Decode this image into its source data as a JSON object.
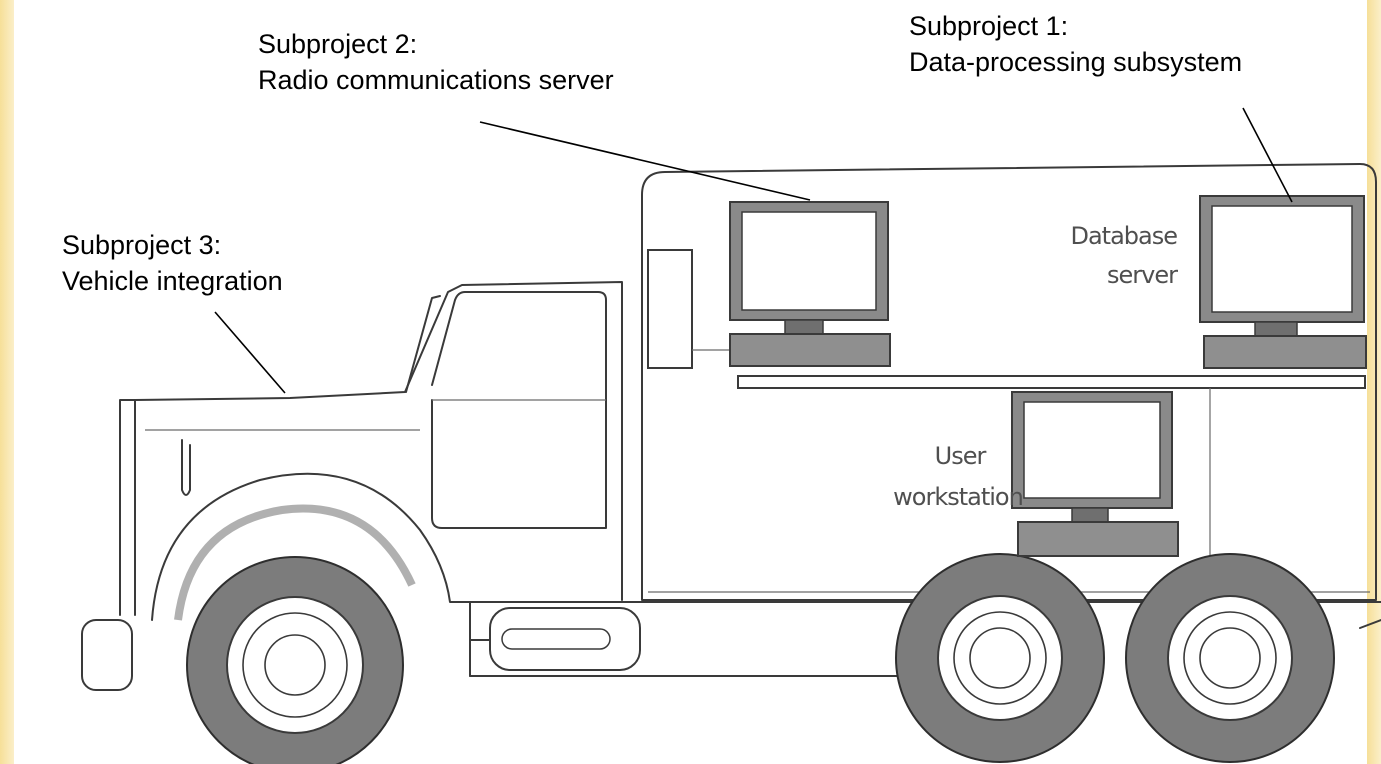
{
  "callouts": {
    "subproject1": {
      "line1": "Subproject  1:",
      "line2": "Data-processing subsystem"
    },
    "subproject2": {
      "line1": "Subproject  2:",
      "line2": "Radio communications server"
    },
    "subproject3": {
      "line1": "Subproject  3:",
      "line2": "Vehicle integration"
    }
  },
  "truck_labels": {
    "database_line1": "Database",
    "database_line2": "server",
    "user_line1": "User",
    "user_line2": "workstation"
  }
}
